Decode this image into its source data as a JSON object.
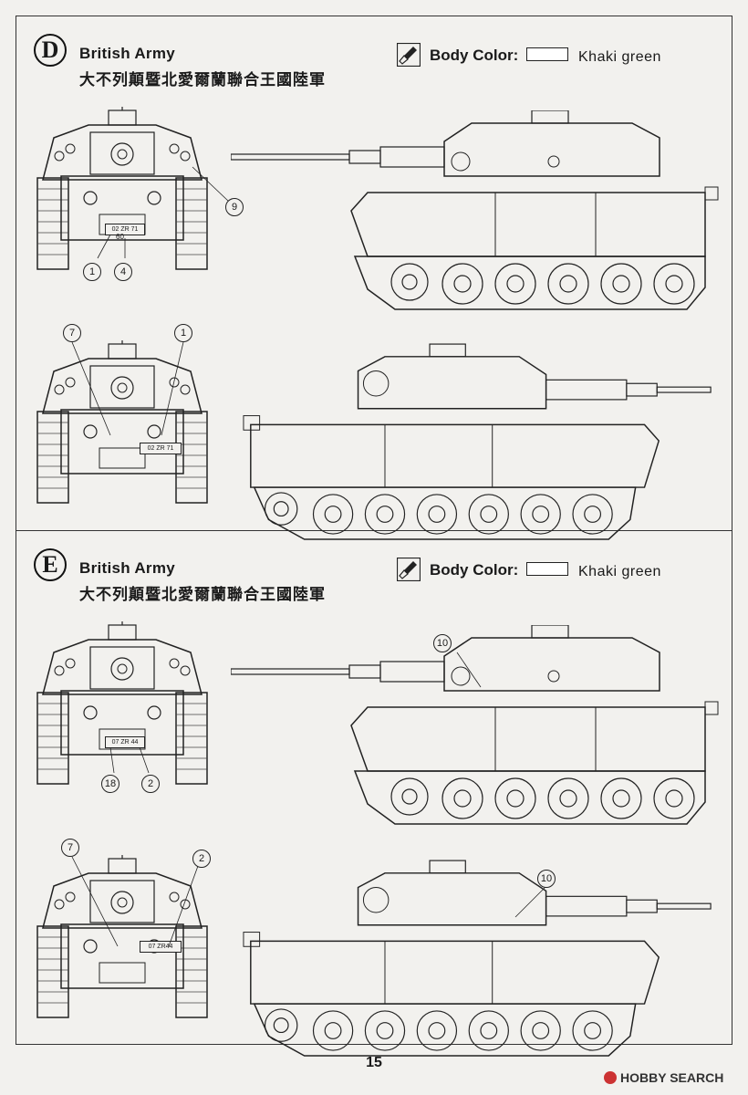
{
  "sections": [
    {
      "letter": "D",
      "army_en": "British Army",
      "army_cn": "大不列顛暨北愛爾蘭聯合王國陸軍",
      "body_color_label": "Body Color:",
      "color_name": "Khaki green",
      "plates": {
        "front": "02 ZR 71",
        "front_sub": "60",
        "rear": "02 ZR 71"
      },
      "callouts": {
        "c1": "9",
        "c2": "1",
        "c3": "4",
        "c4": "7",
        "c5": "1"
      }
    },
    {
      "letter": "E",
      "army_en": "British Army",
      "army_cn": "大不列顛暨北愛爾蘭聯合王國陸軍",
      "body_color_label": "Body Color:",
      "color_name": "Khaki green",
      "plates": {
        "front": "07 ZR 44",
        "rear": "07 ZR44"
      },
      "callouts": {
        "c1": "10",
        "c2": "18",
        "c3": "2",
        "c4": "7",
        "c5": "2",
        "c6": "10"
      }
    }
  ],
  "page_number": "15",
  "watermark": "HOBBY SEARCH",
  "colors": {
    "swatch": "#ffffff",
    "line": "#222222"
  }
}
